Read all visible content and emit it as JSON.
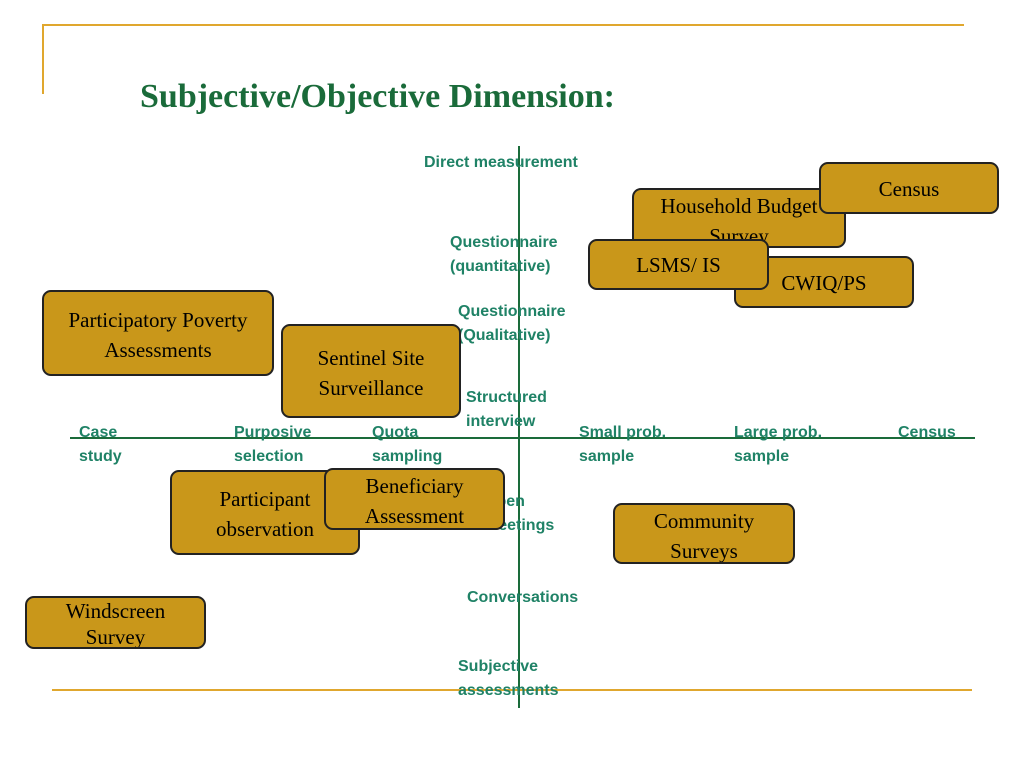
{
  "colors": {
    "accent": "#e0a72e",
    "title": "#1a6b3a",
    "label": "#1f8266",
    "box_fill": "#c9971a"
  },
  "title": "Subjective/Objective Dimension:",
  "vertical_axis_labels": {
    "direct_measurement": "Direct measurement",
    "questionnaire_quant_1": "Questionnaire",
    "questionnaire_quant_2": "(quantitative)",
    "questionnaire_qual_1": "Questionnaire",
    "questionnaire_qual_2": "(Qualitative)",
    "structured_1": "Structured",
    "structured_2": "interview",
    "open_1": "Open",
    "open_2": "meetings",
    "conversations": "Conversations",
    "subjective_1": "Subjective",
    "subjective_2": "assessments"
  },
  "horizontal_axis_labels": {
    "case_1": "Case",
    "case_2": "study",
    "purposive_1": "Purposive",
    "purposive_2": "selection",
    "quota_1": "Quota",
    "quota_2": "sampling",
    "small_1": "Small prob.",
    "small_2": "sample",
    "large_1": "Large prob.",
    "large_2": "sample",
    "census": "Census"
  },
  "boxes": {
    "household_1": "Household Budget",
    "household_2": "Survey",
    "census": "Census",
    "lsms": "LSMS/ IS",
    "cwiq": "CWIQ/PS",
    "ppa_1": "Participatory Poverty",
    "ppa_2": "Assessments",
    "sentinel_1": "Sentinel Site",
    "sentinel_2": "Surveillance",
    "participant_1": "Participant",
    "participant_2": "observation",
    "beneficiary_1": "Beneficiary",
    "beneficiary_2": "Assessment",
    "community_1": "Community",
    "community_2": "Surveys",
    "windscreen_1": "Windscreen",
    "windscreen_2": "Survey"
  }
}
